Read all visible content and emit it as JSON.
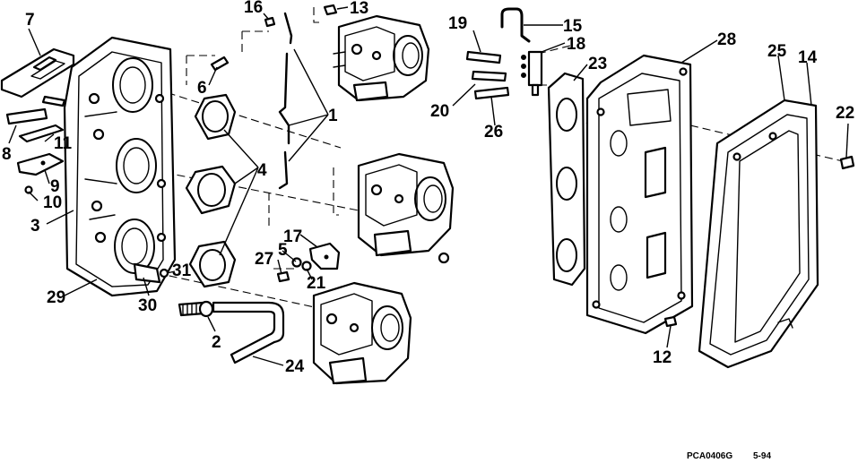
{
  "callouts": {
    "c1": "1",
    "c2": "2",
    "c3": "3",
    "c4": "4",
    "c5": "5",
    "c6": "6",
    "c7": "7",
    "c8": "8",
    "c9": "9",
    "c10": "10",
    "c11": "11",
    "c12": "12",
    "c13": "13",
    "c14": "14",
    "c15": "15",
    "c16": "16",
    "c17": "17",
    "c18": "18",
    "c19": "19",
    "c20": "20",
    "c21": "21",
    "c22": "22",
    "c23": "23",
    "c24": "24",
    "c25": "25",
    "c26": "26",
    "c27": "27",
    "c28": "28",
    "c29": "29",
    "c30": "30",
    "c31": "31"
  },
  "caption": {
    "code": "PCA0406G",
    "date": "5-94"
  }
}
